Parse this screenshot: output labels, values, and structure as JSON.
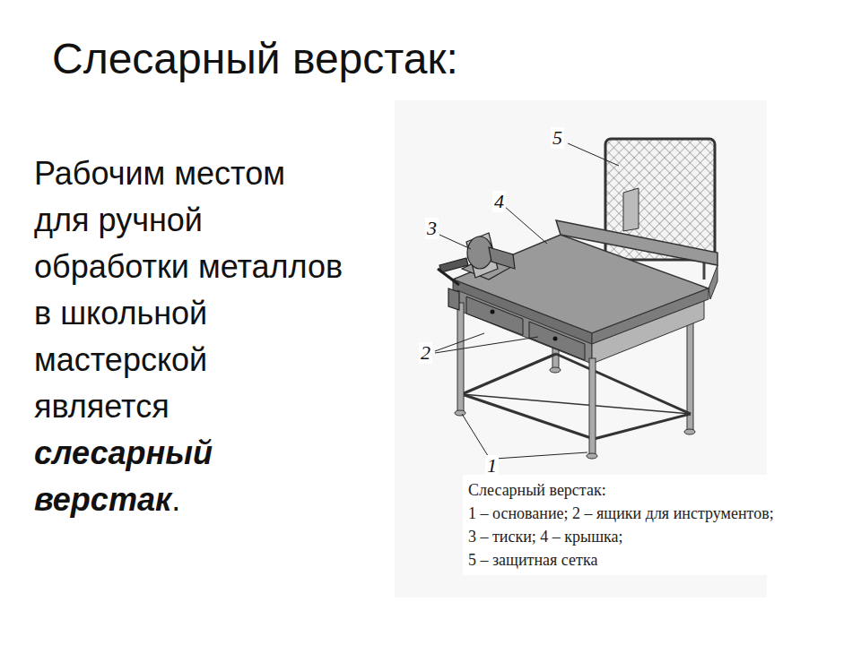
{
  "diagram": {
    "title": "Слесарный верстак:",
    "caption": "Слесарный верстак:",
    "labels": [
      "Рабочим местом для ручной обработки металлов в школьной мастерской является",
      "слесарный верстак",
      ".",
      "5",
      "4",
      "3",
      "2",
      "1",
      "1 – основание; 2 – ящики для инструментов;",
      "3 – тиски; 4 – крышка;",
      "5 – защитная сетка"
    ]
  }
}
